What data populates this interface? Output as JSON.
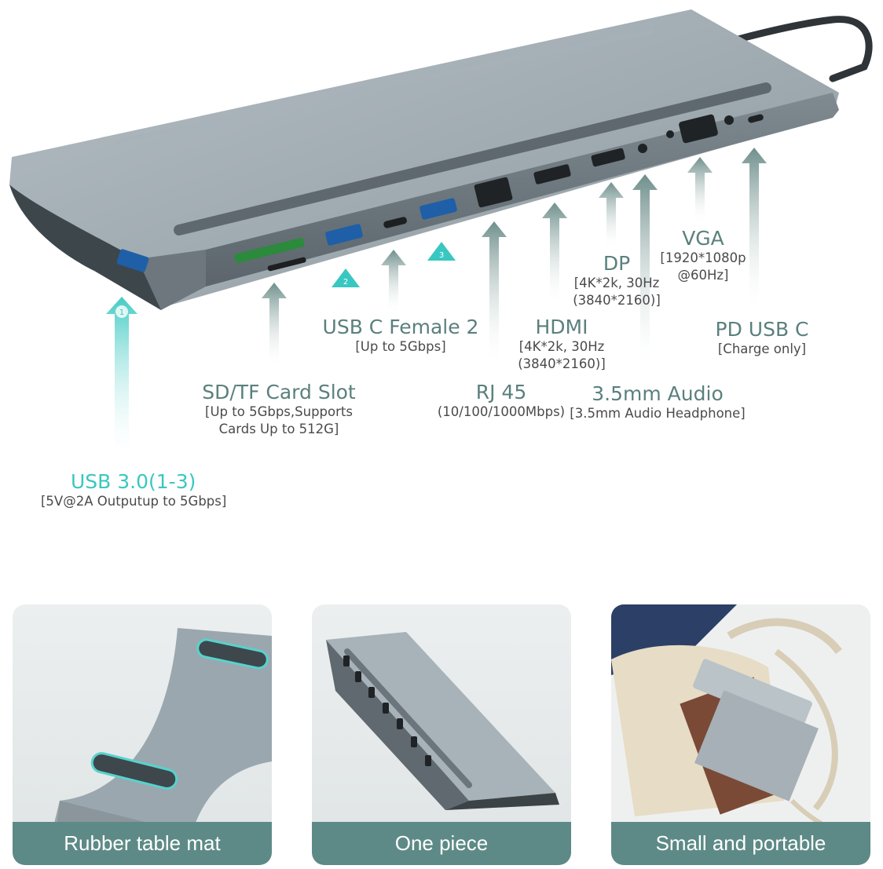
{
  "ports": {
    "usb30": {
      "title": "USB 3.0(1-3)",
      "sub": [
        "[5V@2A Outputup to 5Gbps]"
      ]
    },
    "sdtf": {
      "title": "SD/TF Card Slot",
      "sub": [
        "[Up to 5Gbps,Supports",
        "Cards Up to 512G]"
      ]
    },
    "usbc_female": {
      "title": "USB C Female 2",
      "sub": [
        "[Up to 5Gbps]"
      ]
    },
    "rj45": {
      "title": "RJ 45",
      "sub": [
        "(10/100/1000Mbps)"
      ]
    },
    "hdmi": {
      "title": "HDMI",
      "sub": [
        "[4K*2k, 30Hz",
        "(3840*2160)]"
      ]
    },
    "dp": {
      "title": "DP",
      "sub": [
        "[4K*2k, 30Hz",
        "(3840*2160)]"
      ]
    },
    "audio": {
      "title": "3.5mm Audio",
      "sub": [
        "[3.5mm Audio Headphone]"
      ]
    },
    "vga": {
      "title": "VGA",
      "sub": [
        "[1920*1080p",
        "@60Hz]"
      ]
    },
    "pd_usbc": {
      "title": "PD USB C",
      "sub": [
        "[Charge only]"
      ]
    }
  },
  "badges": [
    "1",
    "2",
    "3"
  ],
  "cards": [
    {
      "caption": "Rubber table mat"
    },
    {
      "caption": "One piece"
    },
    {
      "caption": "Small and portable"
    }
  ],
  "colors": {
    "accent_teal": "#39c7c1",
    "label_green": "#5a807d",
    "caption_bg": "#5d8a86",
    "hub_metal": "#9aa6ad",
    "hub_dark": "#4f585e"
  }
}
